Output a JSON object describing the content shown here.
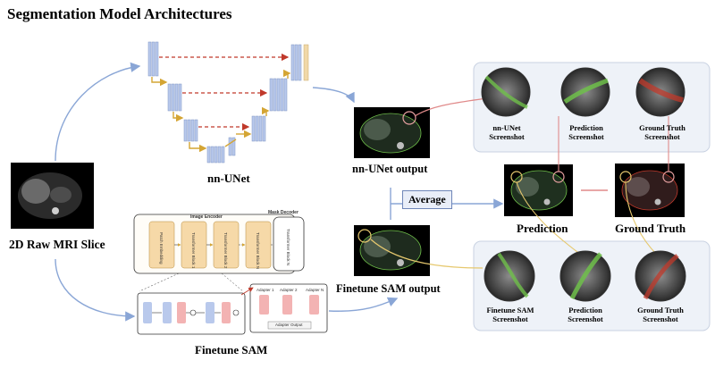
{
  "title": "Segmentation Model Architectures",
  "labels": {
    "raw_slice": "2D Raw MRI Slice",
    "nnunet": "nn-UNet",
    "finetune_sam": "Finetune SAM",
    "nnunet_output": "nn-UNet output",
    "sam_output": "Finetune SAM output",
    "average": "Average",
    "prediction": "Prediction",
    "ground_truth": "Ground Truth"
  },
  "sam_diagram": {
    "image_encoder": "Image Encoder",
    "mask_decoder": "Mask Decoder",
    "blocks": [
      "Patch Embedding",
      "Transformer Block 1",
      "Transformer Block 2",
      "Transformer Block N"
    ],
    "decoder_block": "Transformer Block N",
    "adapters": [
      "Adapter 1",
      "Adapter 2",
      "Adapter N"
    ],
    "adapter_output": "Adapter Output"
  },
  "top_panel": [
    {
      "line1": "nn-UNet",
      "line2": "Screenshot"
    },
    {
      "line1": "Prediction",
      "line2": "Screenshot"
    },
    {
      "line1": "Ground Truth",
      "line2": "Screenshot"
    }
  ],
  "bottom_panel": [
    {
      "line1": "Finetune SAM",
      "line2": "Screenshot"
    },
    {
      "line1": "Prediction",
      "line2": "Screenshot"
    },
    {
      "line1": "Ground Truth",
      "line2": "Screenshot"
    }
  ],
  "colors": {
    "arrow_blue": "#8aa6d6",
    "arrow_red": "#e08a8a",
    "arrow_yellow": "#e6c86e",
    "pred_green": "#6fbf4a",
    "truth_red": "#c0392b",
    "encoder_block": "#f6d9a8",
    "unet_blue": "#b9c9ec",
    "unet_tan": "#f0d8a8"
  }
}
